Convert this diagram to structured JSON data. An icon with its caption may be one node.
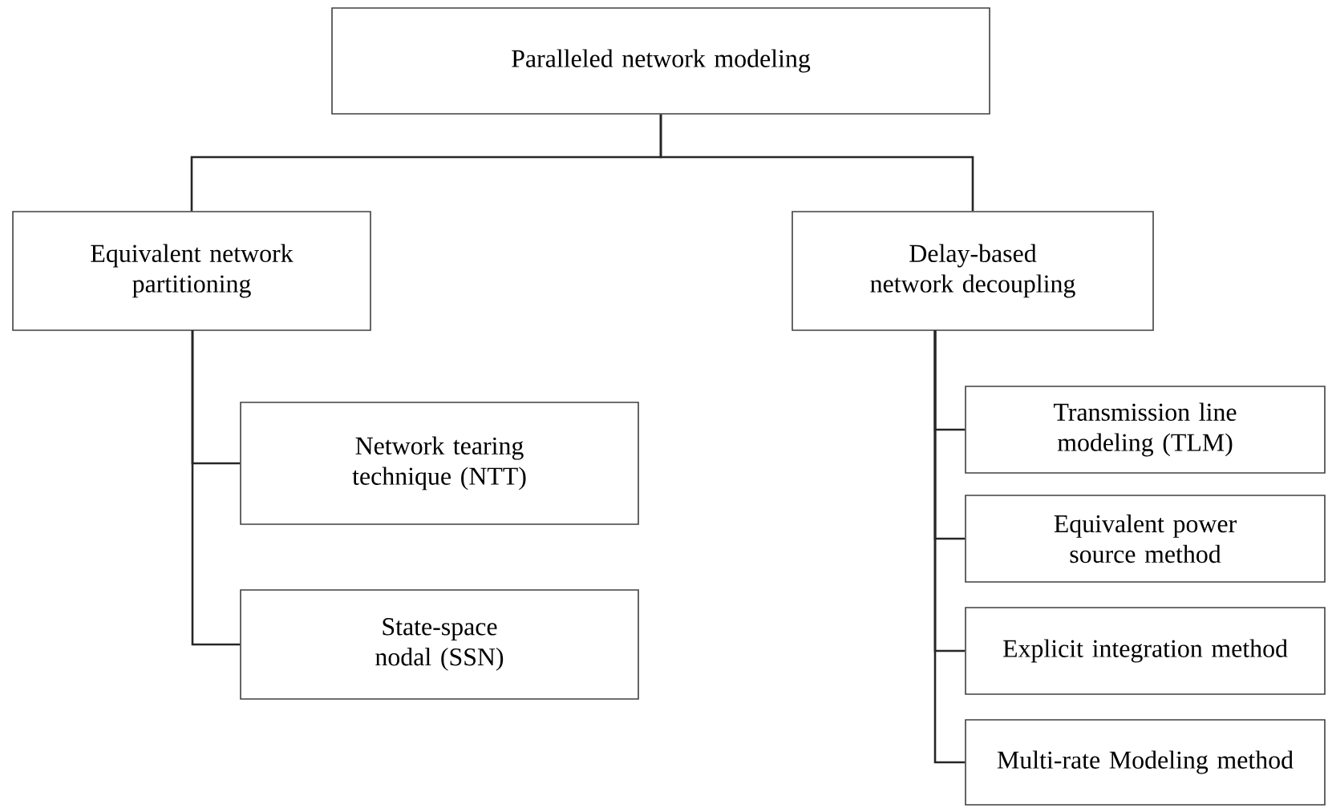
{
  "diagram": {
    "nodes": [
      {
        "text": [
          "Paralleled network modeling"
        ]
      },
      {
        "text": [
          "Equivalent network partitioning"
        ]
      },
      {
        "text": [
          "Delay-based network decoupling"
        ]
      },
      {
        "text": [
          "Network tearing technique (NTT)"
        ]
      },
      {
        "text": [
          "State-space nodal (SSN)"
        ]
      },
      {
        "text": [
          "Transmission line modeling (TLM)"
        ]
      },
      {
        "text": [
          "Equivalent power source method"
        ]
      },
      {
        "text": [
          "Explicit integration method"
        ]
      },
      {
        "text": [
          "Multi-rate Modeling method"
        ]
      }
    ],
    "edges": [
      {
        "from": 0,
        "to": 1,
        "arrow": "none"
      },
      {
        "from": 0,
        "to": 2,
        "arrow": "none"
      },
      {
        "from": 1,
        "to": 3,
        "arrow": "none"
      },
      {
        "from": 1,
        "to": 4,
        "arrow": "none"
      },
      {
        "from": 2,
        "to": 5,
        "arrow": "none"
      },
      {
        "from": 2,
        "to": 6,
        "arrow": "none"
      },
      {
        "from": 2,
        "to": 7,
        "arrow": "none"
      },
      {
        "from": 2,
        "to": 8,
        "arrow": "none"
      }
    ]
  }
}
